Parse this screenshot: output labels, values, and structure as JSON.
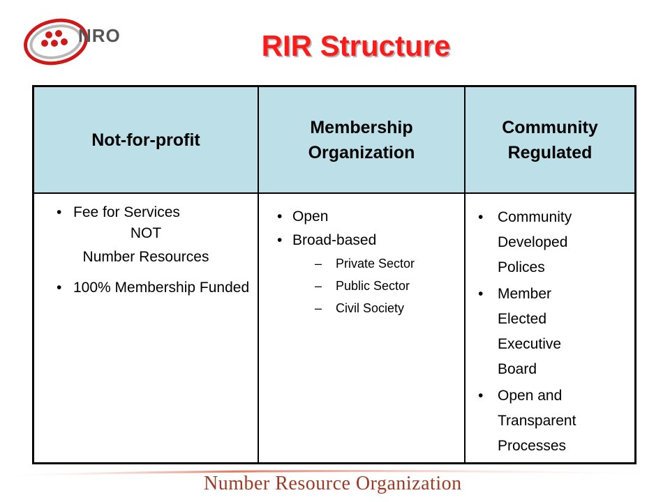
{
  "logo": {
    "text": "NRO",
    "icon": "nro-swirl-logo-icon"
  },
  "title": "RIR Structure",
  "table": {
    "headers": [
      "Not-for-profit",
      "Membership Organization",
      "Community Regulated"
    ],
    "col1": {
      "bullet1": "Fee for Services",
      "line2": "NOT",
      "line3": "Number Resources",
      "bullet2": "100% Membership Funded"
    },
    "col2": {
      "bullets": [
        "Open",
        "Broad-based"
      ],
      "subitems": [
        "Private Sector",
        "Public Sector",
        "Civil Society"
      ]
    },
    "col3": {
      "bullets": [
        "Community Developed Polices",
        "Member Elected Executive Board",
        "Open and Transparent Processes"
      ]
    }
  },
  "footer": "Number Resource Organization",
  "colors": {
    "title": "#ff1a1a",
    "header_bg": "#bde0e8",
    "footer": "#9c3b25"
  }
}
